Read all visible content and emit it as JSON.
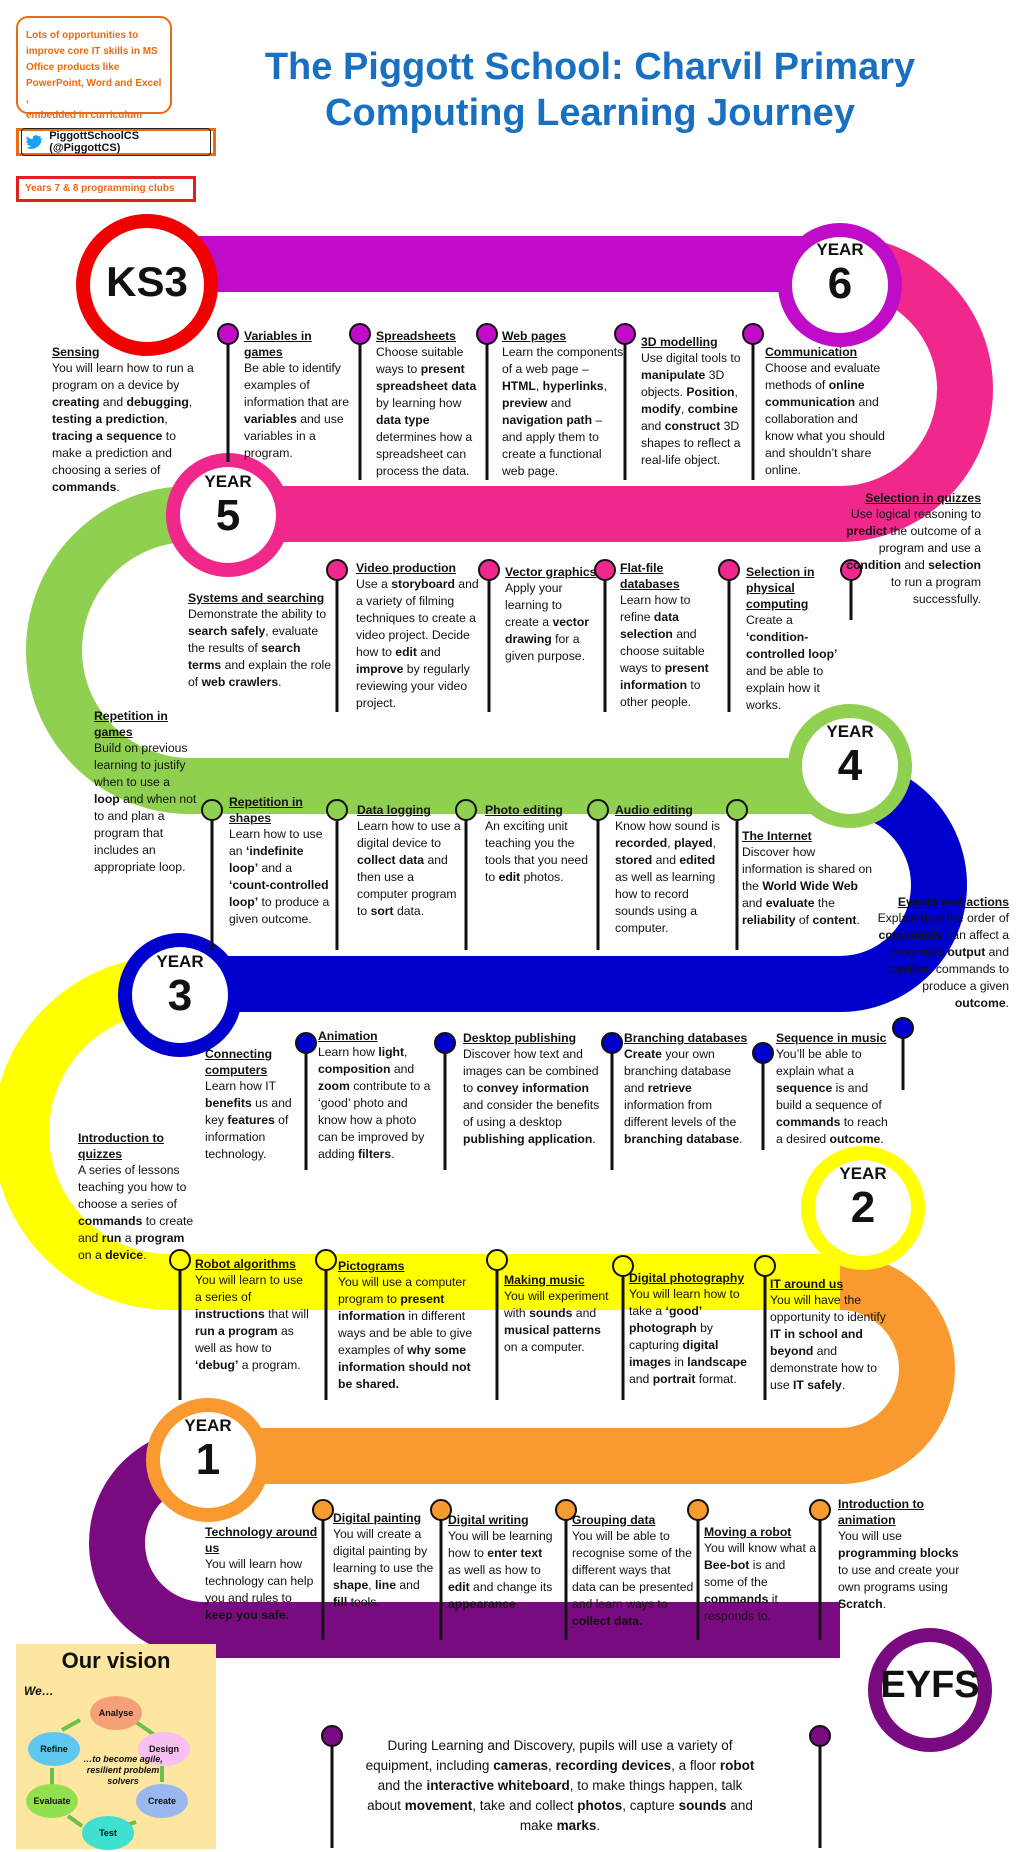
{
  "title": {
    "line1": "The Piggott School: Charvil Primary",
    "line2": "Computing Learning Journey"
  },
  "notes": {
    "ms_office": [
      "Lots of opportunities to",
      "improve core IT skills in MS",
      "Office products like",
      "PowerPoint, Word and Excel ,",
      "embedded in curriculum"
    ],
    "twitter": "PiggottSchoolCS (@PiggottCS)",
    "clubs": "Years 7 & 8 programming clubs"
  },
  "stages": {
    "ks3": "KS3",
    "y6": {
      "label": "YEAR",
      "num": "6"
    },
    "y5": {
      "label": "YEAR",
      "num": "5"
    },
    "y4": {
      "label": "YEAR",
      "num": "4"
    },
    "y3": {
      "label": "YEAR",
      "num": "3"
    },
    "y2": {
      "label": "YEAR",
      "num": "2"
    },
    "y1": {
      "label": "YEAR",
      "num": "1"
    },
    "eyfs": "EYFS"
  },
  "colors": {
    "ks3_ring": "#f00000",
    "y6": "#c00cc8",
    "y5": "#f0288c",
    "y4": "#90d050",
    "y3": "#0000cc",
    "y2": "#ffff00",
    "y1": "#f89a30",
    "eyfs": "#7a0a80",
    "title": "#1a70c0",
    "accent_orange": "#ec6a12"
  },
  "vision": {
    "title": "Our vision",
    "we": "We…",
    "tagline": "…to become agile, resilient problem solvers",
    "steps": [
      "Analyse",
      "Design",
      "Create",
      "Test",
      "Evaluate",
      "Refine"
    ]
  },
  "eyfs_text": "During Learning and Discovery, pupils will use a variety of equipment, including cameras, recording devices, a floor robot and the interactive whiteboard, to make things happen, talk about movement, take and collect photos, capture sounds and make marks."
}
